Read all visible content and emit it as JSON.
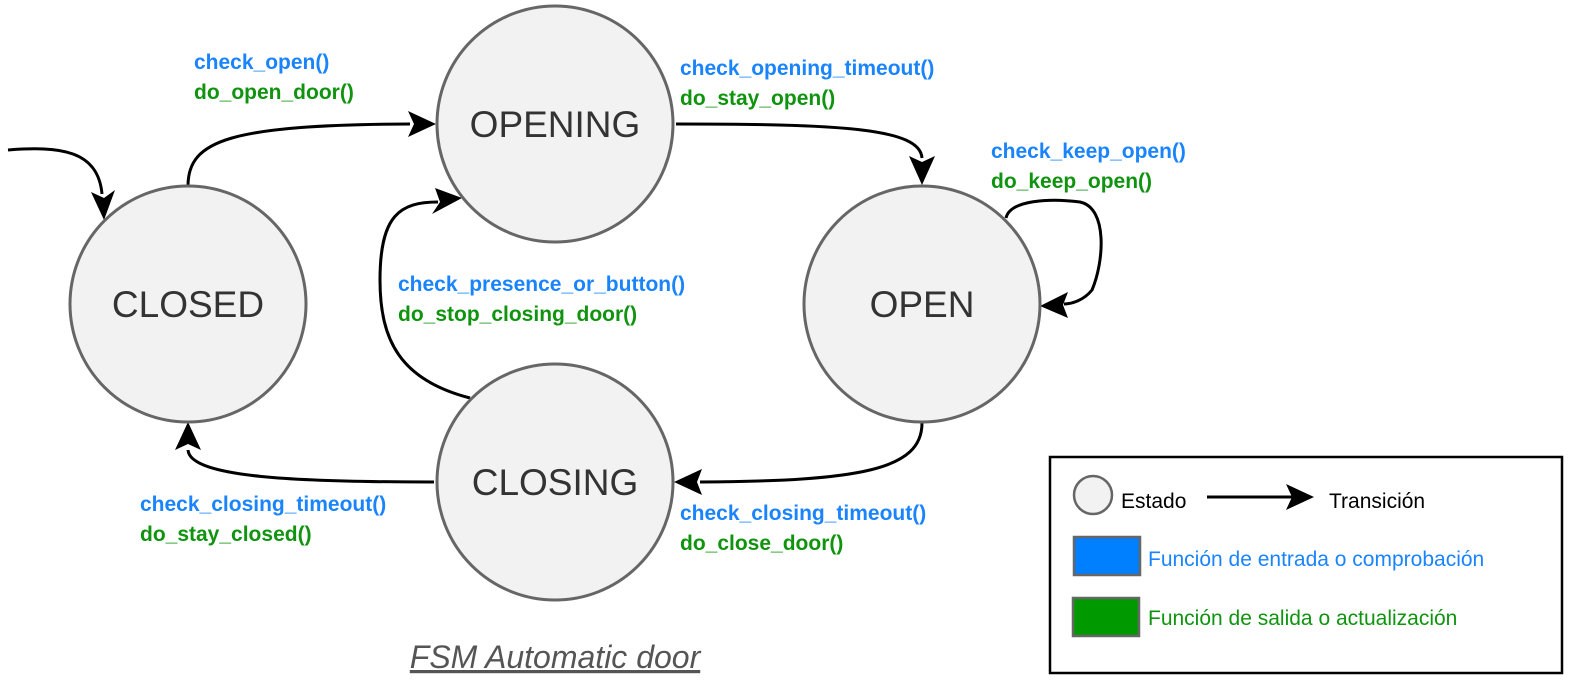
{
  "states": {
    "closed": "CLOSED",
    "opening": "OPENING",
    "open": "OPEN",
    "closing": "CLOSING"
  },
  "transitions": {
    "closed_to_opening": {
      "check": "check_open()",
      "action": "do_open_door()"
    },
    "opening_to_open": {
      "check": "check_opening_timeout()",
      "action": "do_stay_open()"
    },
    "open_to_open": {
      "check": "check_keep_open()",
      "action": "do_keep_open()"
    },
    "closing_to_opening": {
      "check": "check_presence_or_button()",
      "action": "do_stop_closing_door()"
    },
    "open_to_closing": {
      "check": "check_closing_timeout()",
      "action": "do_close_door()"
    },
    "closing_to_closed": {
      "check": "check_closing_timeout()",
      "action": "do_stay_closed()"
    }
  },
  "caption": "FSM Automatic door",
  "legend": {
    "state": "Estado",
    "transition": "Transición",
    "input_function": "Función de entrada o comprobación",
    "output_function": "Función de salida o actualización"
  },
  "colors": {
    "check": "#1a84ff",
    "action": "#109410",
    "state_fill": "#f2f2f2",
    "state_stroke": "#666666"
  }
}
